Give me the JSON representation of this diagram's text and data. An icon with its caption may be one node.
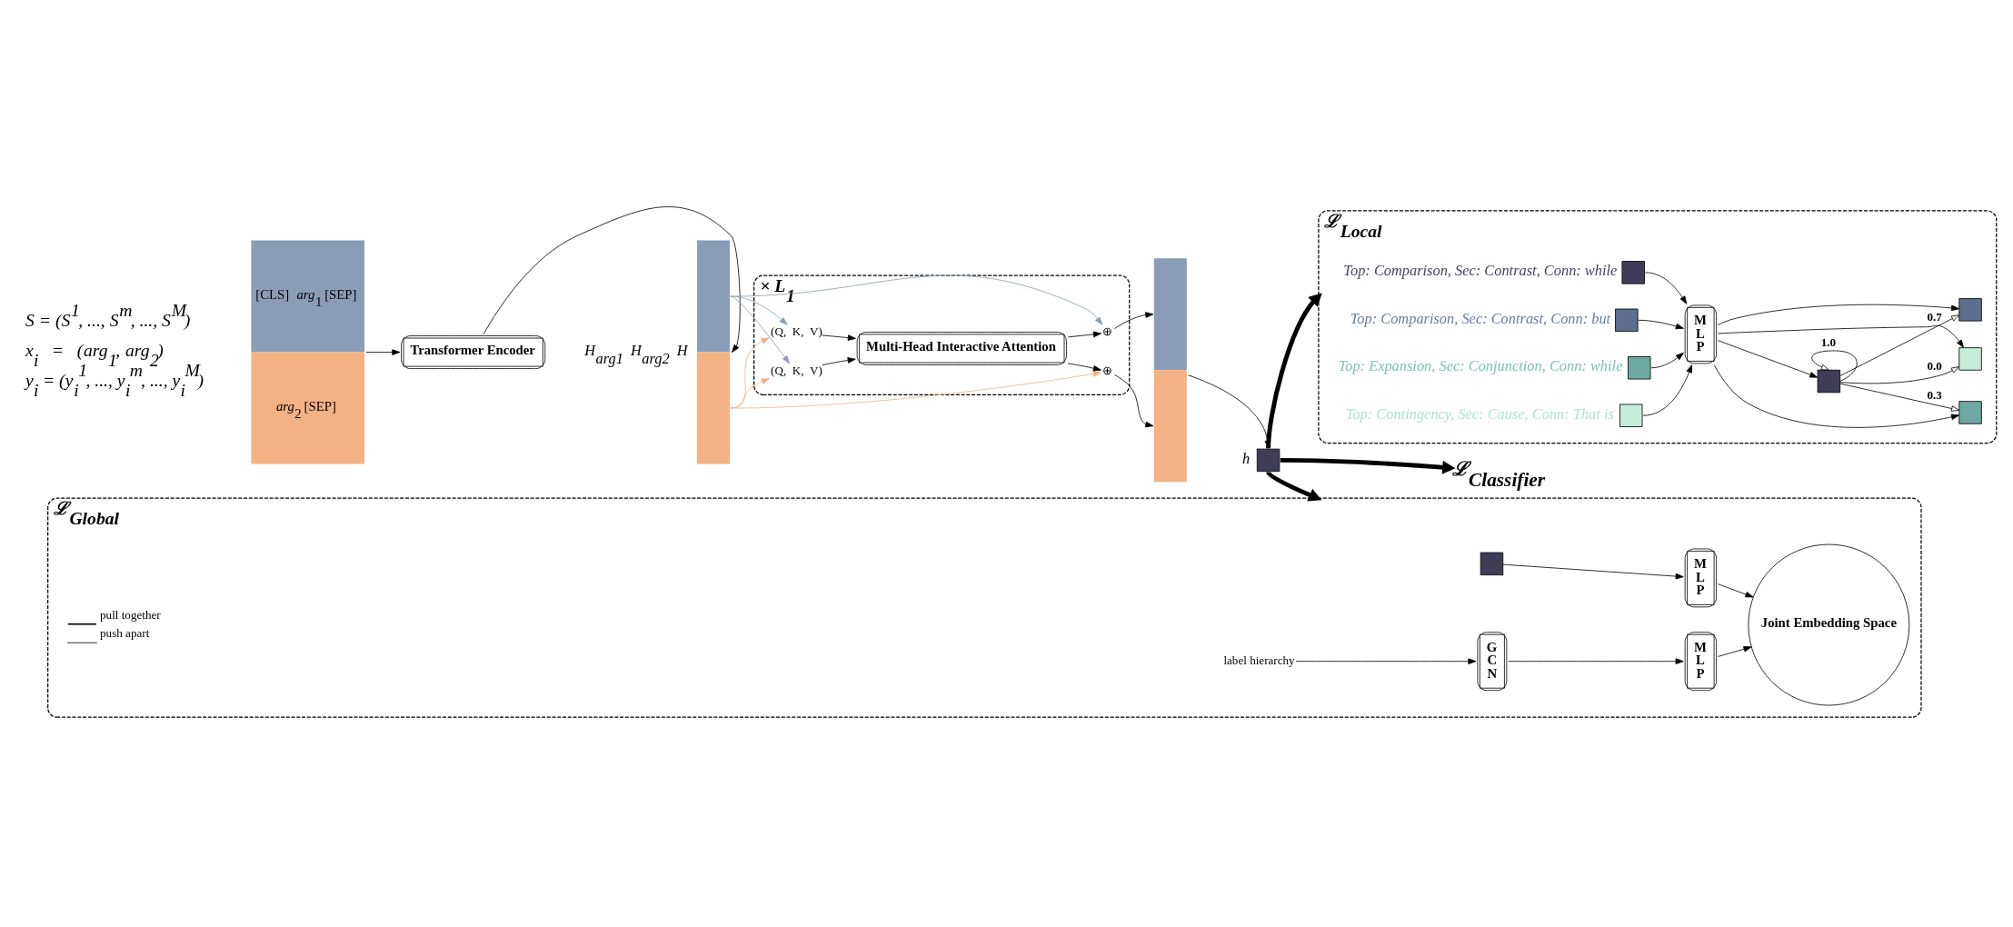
{
  "diagram": {
    "nodes": [
      {
        "text": [
          "[CLS]  *arg*$_{1}$  [SEP]",
          "*arg*$_{2}$  [SEP]"
        ]
      },
      {
        "text": [
          "Transformer Encoder"
        ]
      },
      {
        "text": [],
        "shape": "bar",
        "beside": [
          "H$_{arg1}$",
          "H$_{arg2}$",
          "H"
        ]
      },
      {
        "text": [
          "× L$_{1}$"
        ]
      },
      {
        "text": [
          "(Q,  K,  V)"
        ],
        "in": 3
      },
      {
        "text": [
          "(Q,  K,  V)"
        ],
        "in": 3
      },
      {
        "text": [
          "Multi-Head Interactive Attention"
        ],
        "in": 3
      },
      {
        "text": [
          "⊕"
        ],
        "in": 3
      },
      {
        "text": [
          "⊕"
        ],
        "in": 3
      },
      {
        "text": [],
        "shape": "bar"
      },
      {
        "text": [],
        "shape": "box",
        "beside": [
          "h"
        ]
      },
      {
        "text": [
          "ℒ$_{Classifier}$"
        ]
      },
      {
        "text": [
          "ℒ$_{Global}$"
        ]
      },
      {
        "text": [],
        "shape": "box",
        "in": 12
      },
      {
        "text": [
          "M L P"
        ],
        "in": 12
      },
      {
        "text": [
          "label hierarchy"
        ],
        "in": 12
      },
      {
        "text": [
          "G C N"
        ],
        "in": 12
      },
      {
        "text": [
          "M L P"
        ],
        "in": 12
      },
      {
        "text": [
          "Joint Embedding Space"
        ],
        "in": 12
      },
      {
        "text": [
          "ℒ$_{Local}$"
        ]
      },
      {
        "text": [],
        "shape": "box",
        "in": 19,
        "beside": [
          "Top: Comparison, Sec: Contrast, Conn: while"
        ]
      },
      {
        "text": [],
        "shape": "box",
        "in": 19,
        "beside": [
          "Top: Comparison, Sec: Contrast, Conn: but"
        ]
      },
      {
        "text": [],
        "shape": "box",
        "in": 19,
        "beside": [
          "Top: Expansion, Sec: Conjunction, Conn: while"
        ]
      },
      {
        "text": [],
        "shape": "box",
        "in": 19,
        "beside": [
          "Top: Contingency, Sec: Cause, Conn: That is"
        ]
      },
      {
        "text": [
          "M L P"
        ],
        "in": 19
      },
      {
        "text": [],
        "shape": "box",
        "in": 19
      },
      {
        "text": [],
        "shape": "box",
        "in": 19
      },
      {
        "text": [],
        "shape": "box",
        "in": 19
      },
      {
        "text": [],
        "shape": "box",
        "in": 19
      }
    ],
    "edges": [
      {
        "from": 0,
        "to": 1,
        "arrow": "to"
      },
      {
        "from": 1,
        "to": 2,
        "arrow": "to"
      },
      {
        "from": 2,
        "to": 4,
        "arrow": "to",
        "color": "#8a9cb8"
      },
      {
        "from": 2,
        "to": 4,
        "arrow": "to",
        "color": "#f4b183"
      },
      {
        "from": 2,
        "to": 5,
        "arrow": "to",
        "color": "#f4b183"
      },
      {
        "from": 2,
        "to": 5,
        "arrow": "to",
        "color": "#8a9cb8"
      },
      {
        "from": 2,
        "to": 7,
        "arrow": "to",
        "color": "#8a9cb8"
      },
      {
        "from": 2,
        "to": 8,
        "arrow": "to",
        "color": "#f4b183"
      },
      {
        "from": 4,
        "to": 6,
        "arrow": "to"
      },
      {
        "from": 5,
        "to": 6,
        "arrow": "to"
      },
      {
        "from": 6,
        "to": 7,
        "arrow": "to"
      },
      {
        "from": 6,
        "to": 8,
        "arrow": "to"
      },
      {
        "from": 7,
        "to": 9,
        "arrow": "to"
      },
      {
        "from": 8,
        "to": 9,
        "arrow": "to"
      },
      {
        "from": 9,
        "to": 10,
        "arrow": "to"
      },
      {
        "from": 10,
        "to": 11,
        "arrow": "to",
        "style": "thick"
      },
      {
        "from": 10,
        "to": 12,
        "arrow": "to",
        "style": "thick"
      },
      {
        "from": 10,
        "to": 19,
        "arrow": "to",
        "style": "thick"
      },
      {
        "from": 13,
        "to": 14,
        "arrow": "to"
      },
      {
        "from": 15,
        "to": 16,
        "arrow": "to"
      },
      {
        "from": 16,
        "to": 17,
        "arrow": "to"
      },
      {
        "from": 14,
        "to": 18,
        "arrow": "to"
      },
      {
        "from": 17,
        "to": 18,
        "arrow": "to"
      },
      {
        "from": 20,
        "to": 24,
        "arrow": "to"
      },
      {
        "from": 21,
        "to": 24,
        "arrow": "to"
      },
      {
        "from": 22,
        "to": 24,
        "arrow": "to"
      },
      {
        "from": 23,
        "to": 24,
        "arrow": "to"
      },
      {
        "from": 24,
        "to": 25,
        "arrow": "to"
      },
      {
        "from": 24,
        "to": 26,
        "arrow": "to"
      },
      {
        "from": 24,
        "to": 27,
        "arrow": "to"
      },
      {
        "from": 24,
        "to": 28,
        "arrow": "to"
      },
      {
        "from": 25,
        "to": 25,
        "arrow": "to",
        "label": "1.0"
      },
      {
        "from": 25,
        "to": 26,
        "arrow": "to",
        "label": "0.7"
      },
      {
        "from": 25,
        "to": 27,
        "arrow": "to",
        "label": "0.3"
      },
      {
        "from": 25,
        "to": 28,
        "arrow": "to",
        "label": "0.0"
      }
    ],
    "labels": [
      "S = (S$^{1}$, ..., S$^{m}$, ..., S$^{M}$)",
      "x$_{i}$   =   (*arg*$_{1}$, *arg*$_{2}$)",
      "y$_{i}$ = (y$_{i}$$^{1}$, ..., y$_{i}$$^{m}$, ..., y$_{i}$$^{M}$)"
    ],
    "legend": [
      {
        "text": "pull together"
      },
      {
        "text": "push apart"
      }
    ]
  }
}
